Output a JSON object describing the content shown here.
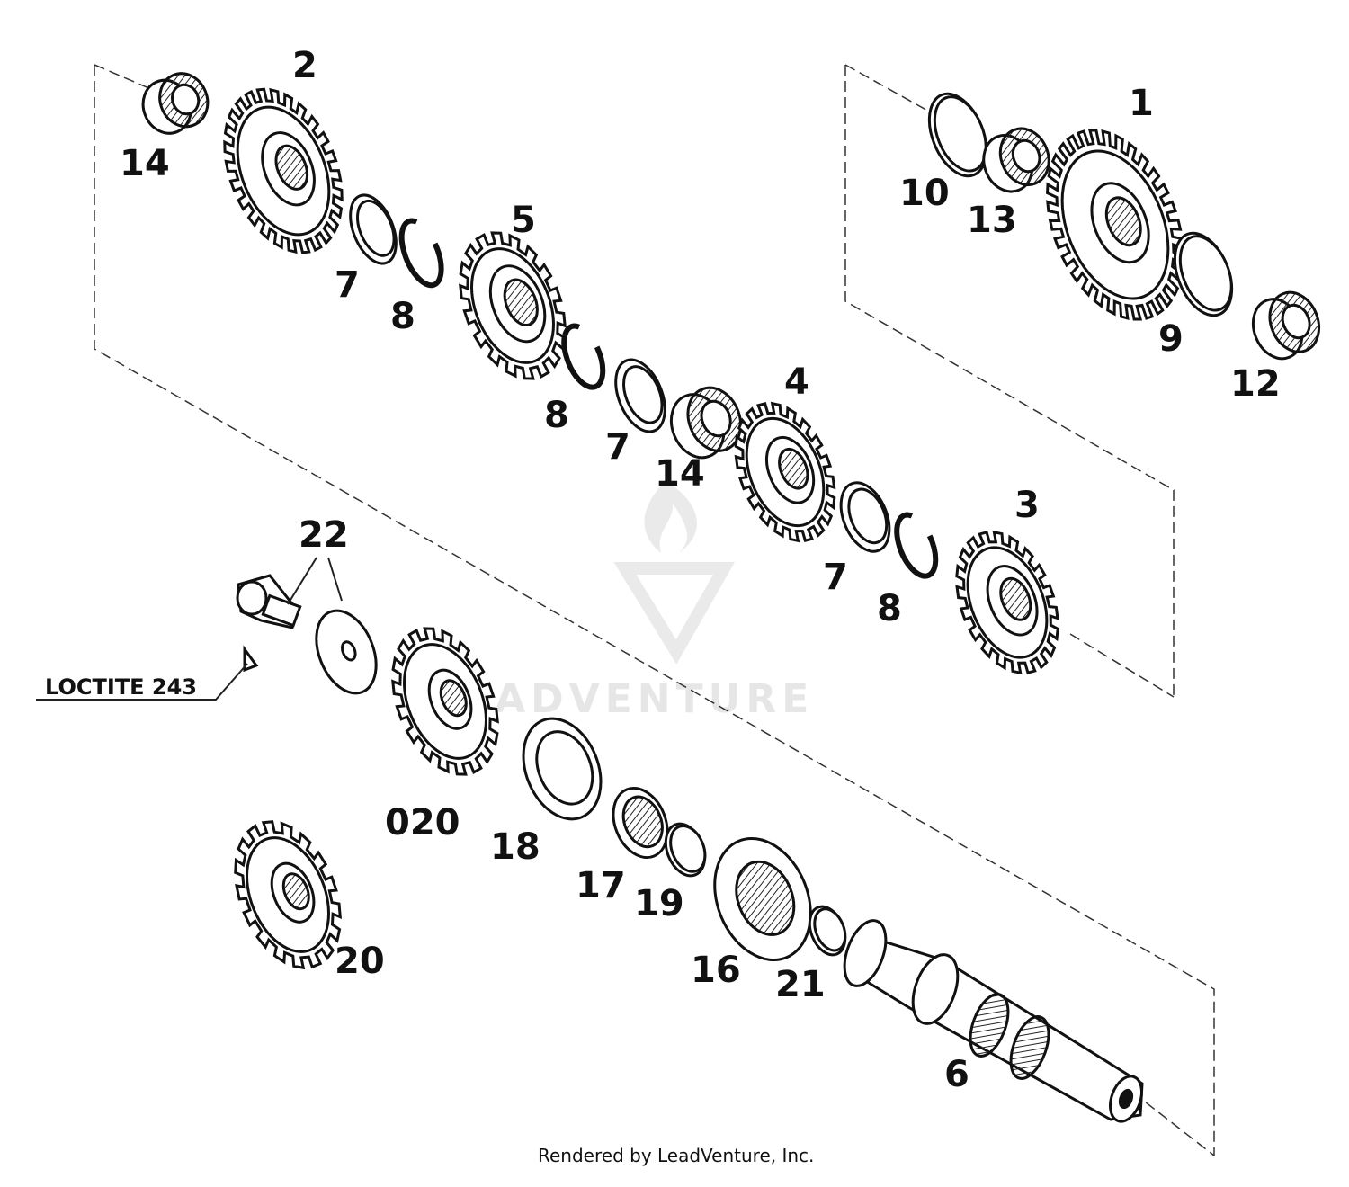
{
  "diagram": {
    "labels": {
      "l1": "1",
      "l2": "2",
      "l3": "3",
      "l4": "4",
      "l5": "5",
      "l6": "6",
      "l7a": "7",
      "l7b": "7",
      "l7c": "7",
      "l8a": "8",
      "l8b": "8",
      "l8c": "8",
      "l9": "9",
      "l10": "10",
      "l12": "12",
      "l13": "13",
      "l14a": "14",
      "l14b": "14",
      "l16": "16",
      "l17": "17",
      "l18": "18",
      "l19": "19",
      "l20": "20",
      "l020": "020",
      "l21": "21",
      "l22": "22"
    },
    "note": "LOCTITE 243",
    "watermark": "LEADVENTURE",
    "footer": "Rendered by LeadVenture, Inc."
  }
}
